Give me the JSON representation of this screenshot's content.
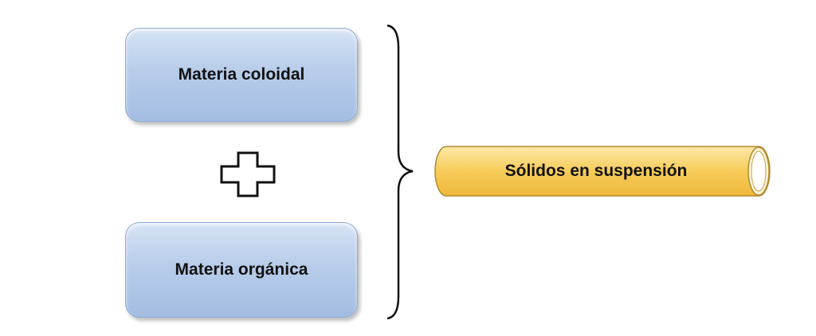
{
  "inputs": [
    {
      "label": "Materia coloidal"
    },
    {
      "label": "Materia orgánica"
    }
  ],
  "operator": "plus",
  "result": {
    "label": "Sólidos en suspensión"
  },
  "colors": {
    "box_fill": "#b8cdea",
    "cylinder_fill": "#f7c84e"
  }
}
